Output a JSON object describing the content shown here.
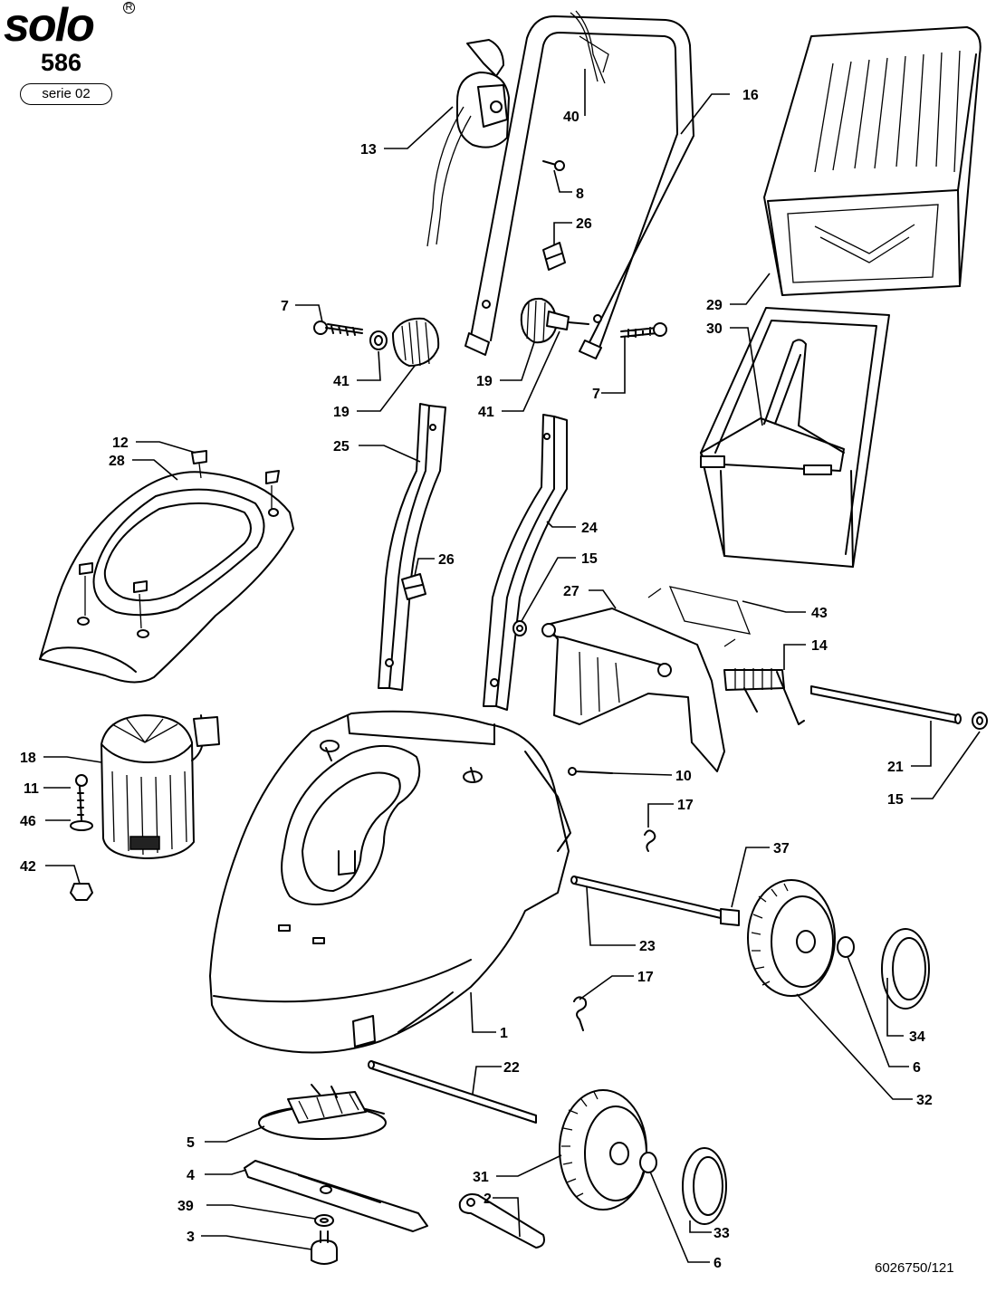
{
  "header": {
    "brand": "solo",
    "model": "586",
    "series": "serie 02"
  },
  "footer": {
    "doc_number": "6026750/121"
  },
  "callouts": [
    {
      "id": "c16",
      "label": "16"
    },
    {
      "id": "c40",
      "label": "40"
    },
    {
      "id": "c13",
      "label": "13"
    },
    {
      "id": "c8",
      "label": "8"
    },
    {
      "id": "c26a",
      "label": "26"
    },
    {
      "id": "c7a",
      "label": "7"
    },
    {
      "id": "c41a",
      "label": "41"
    },
    {
      "id": "c19a",
      "label": "19"
    },
    {
      "id": "c19b",
      "label": "19"
    },
    {
      "id": "c41b",
      "label": "41"
    },
    {
      "id": "c7b",
      "label": "7"
    },
    {
      "id": "c29",
      "label": "29"
    },
    {
      "id": "c30",
      "label": "30"
    },
    {
      "id": "c12",
      "label": "12"
    },
    {
      "id": "c28",
      "label": "28"
    },
    {
      "id": "c25",
      "label": "25"
    },
    {
      "id": "c24",
      "label": "24"
    },
    {
      "id": "c26b",
      "label": "26"
    },
    {
      "id": "c15a",
      "label": "15"
    },
    {
      "id": "c27",
      "label": "27"
    },
    {
      "id": "c43",
      "label": "43"
    },
    {
      "id": "c14",
      "label": "14"
    },
    {
      "id": "c18",
      "label": "18"
    },
    {
      "id": "c11",
      "label": "11"
    },
    {
      "id": "c46",
      "label": "46"
    },
    {
      "id": "c42",
      "label": "42"
    },
    {
      "id": "c10",
      "label": "10"
    },
    {
      "id": "c21",
      "label": "21"
    },
    {
      "id": "c15b",
      "label": "15"
    },
    {
      "id": "c17a",
      "label": "17"
    },
    {
      "id": "c37",
      "label": "37"
    },
    {
      "id": "c23",
      "label": "23"
    },
    {
      "id": "c17b",
      "label": "17"
    },
    {
      "id": "c1",
      "label": "1"
    },
    {
      "id": "c34",
      "label": "34"
    },
    {
      "id": "c6a",
      "label": "6"
    },
    {
      "id": "c32",
      "label": "32"
    },
    {
      "id": "c22",
      "label": "22"
    },
    {
      "id": "c5",
      "label": "5"
    },
    {
      "id": "c4",
      "label": "4"
    },
    {
      "id": "c31",
      "label": "31"
    },
    {
      "id": "c39",
      "label": "39"
    },
    {
      "id": "c2",
      "label": "2"
    },
    {
      "id": "c33",
      "label": "33"
    },
    {
      "id": "c3",
      "label": "3"
    },
    {
      "id": "c6b",
      "label": "6"
    }
  ]
}
